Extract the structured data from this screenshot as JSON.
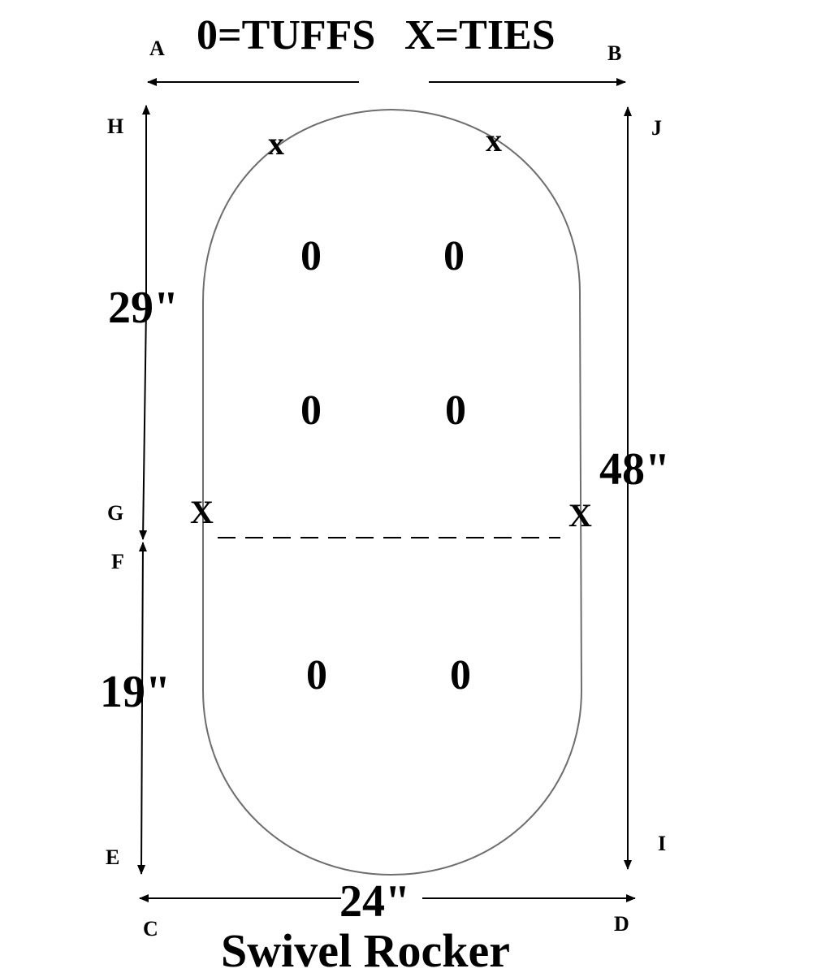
{
  "legend": {
    "tuffs": "0=TUFFS",
    "ties": "X=TIES"
  },
  "points": {
    "A": "A",
    "B": "B",
    "C": "C",
    "D": "D",
    "E": "E",
    "F": "F",
    "G": "G",
    "H": "H",
    "I": "I",
    "J": "J"
  },
  "dimensions": {
    "upper": "29\"",
    "lower": "19\"",
    "height": "48\"",
    "width": "24\""
  },
  "marks": {
    "tuff": "0",
    "tie": "x",
    "tie_side": "X"
  },
  "caption": "Swivel Rocker",
  "colors": {
    "ink": "#000000",
    "outline": "#6e6e6e",
    "paper": "#ffffff"
  }
}
